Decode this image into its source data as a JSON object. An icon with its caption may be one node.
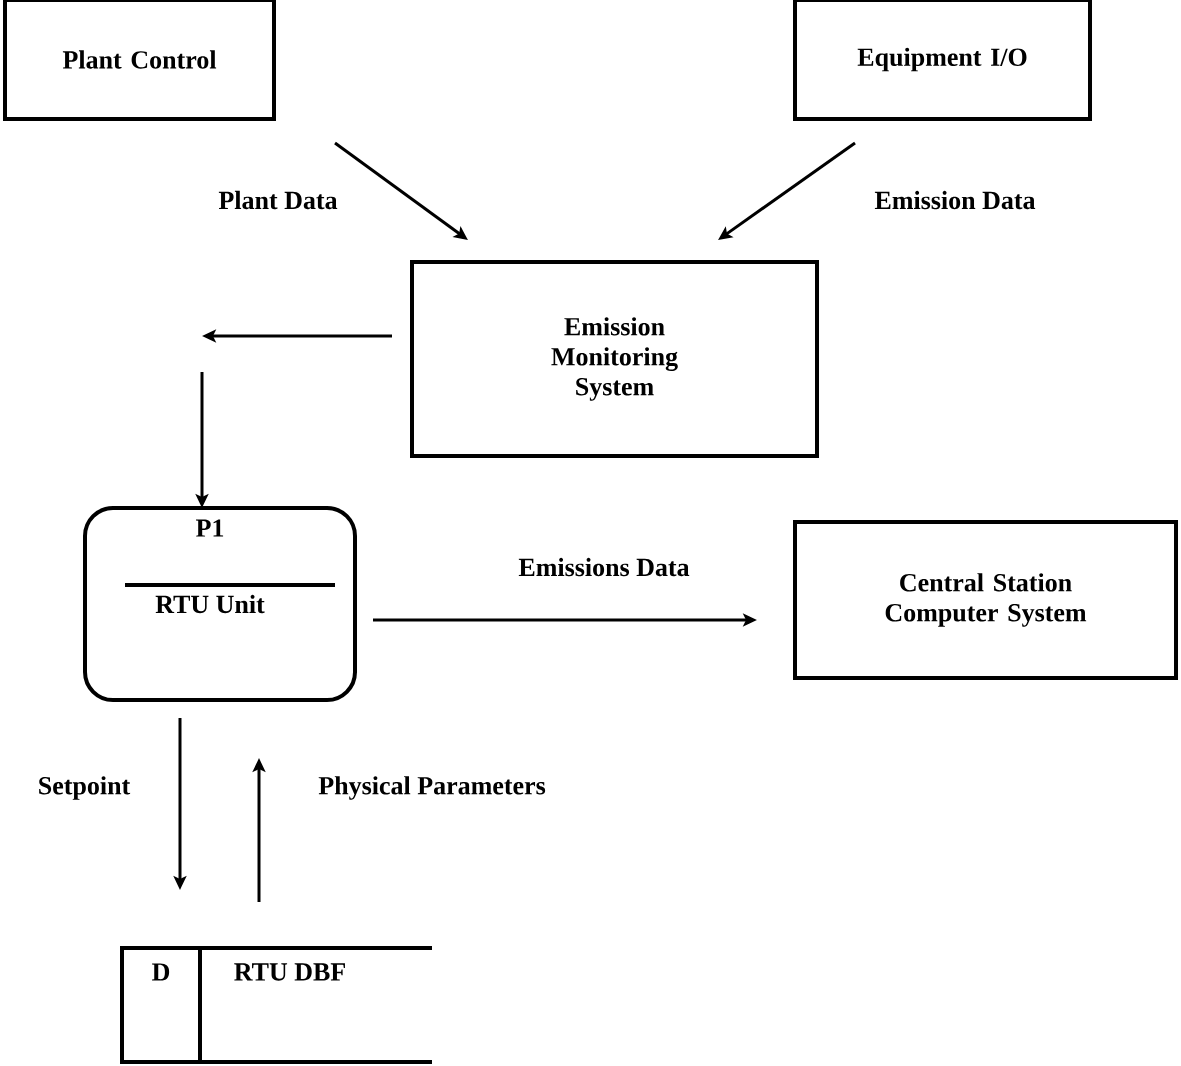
{
  "diagram": {
    "nodes": [
      {
        "text": [
          "Plant Control"
        ]
      },
      {
        "text": [
          "Equipment I/O"
        ]
      },
      {
        "text": [
          "Emission Monitoring System"
        ]
      },
      {
        "text": [
          "P1",
          "RTU Unit"
        ]
      },
      {
        "text": [
          "Central Station Computer System"
        ]
      },
      {
        "text": [
          "D",
          "RTU DBF"
        ]
      }
    ],
    "edges": [
      {
        "from": 0,
        "to": 2,
        "arrow": "to",
        "label": "Plant Data"
      },
      {
        "from": 1,
        "to": 2,
        "arrow": "to",
        "label": "Emission Data"
      },
      {
        "from": 2,
        "to": null,
        "arrow": "to"
      },
      {
        "from": null,
        "to": 3,
        "arrow": "to"
      },
      {
        "from": 3,
        "to": 4,
        "arrow": "to",
        "label": "Emissions Data"
      },
      {
        "from": 3,
        "to": 5,
        "arrow": "to",
        "label": "Setpoint"
      },
      {
        "from": 5,
        "to": 3,
        "arrow": "to",
        "label": "Physical Parameters"
      }
    ]
  }
}
